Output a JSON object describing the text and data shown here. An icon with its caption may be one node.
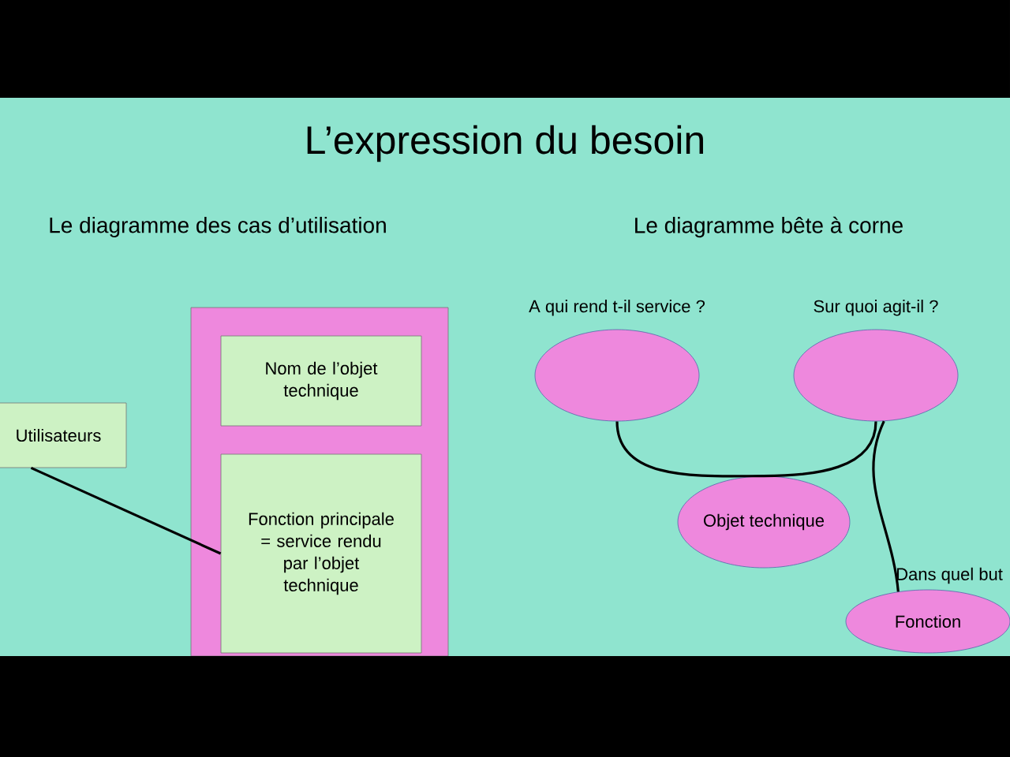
{
  "diagram": {
    "title": "L’expression du besoin",
    "nodes": [
      {
        "text": [
          "Utilisateurs"
        ]
      },
      {
        "text": [],
        "shape": "box"
      },
      {
        "text": [
          "Nom de l’objet technique"
        ],
        "in": 1
      },
      {
        "text": [
          "Fonction principale = service rendu par l’objet technique"
        ],
        "in": 1
      },
      {
        "text": [
          "A qui rend t-il service ?"
        ]
      },
      {
        "text": [
          "Sur quoi agit-il ?"
        ]
      },
      {
        "text": [
          "Objet technique"
        ]
      },
      {
        "text": [
          "Fonction"
        ],
        "beside": [
          "Dans quel but"
        ]
      }
    ],
    "edges": [
      {
        "from": 0,
        "to": 3,
        "arrow": "none"
      },
      {
        "from": 4,
        "to": 6,
        "arrow": "none"
      },
      {
        "from": 6,
        "to": 5,
        "arrow": "none"
      },
      {
        "from": 5,
        "to": 7,
        "arrow": "none"
      }
    ],
    "labels": [
      "Le diagramme des cas d’utilisation",
      "Le diagramme bête à corne"
    ]
  }
}
